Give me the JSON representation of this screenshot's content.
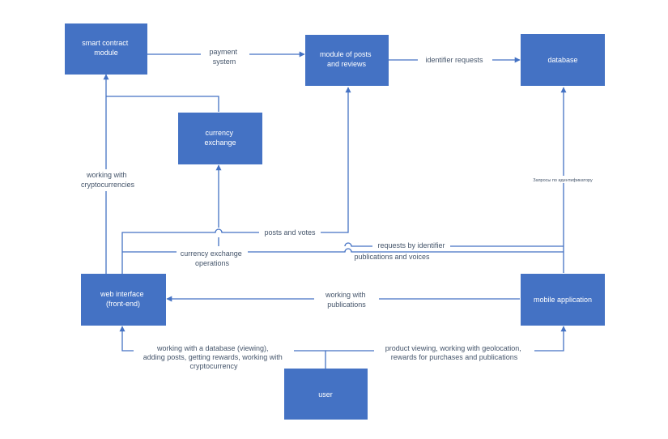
{
  "nodes": {
    "smart_contract": [
      "smart contract",
      "module"
    ],
    "posts_reviews": [
      "module of posts",
      "and reviews"
    ],
    "database": [
      "database"
    ],
    "currency_exchange": [
      "currency",
      "exchange"
    ],
    "web_interface": [
      "web interface",
      "(front-end)"
    ],
    "mobile_app": [
      "mobile application"
    ],
    "user": [
      "user"
    ]
  },
  "edges": {
    "payment_system": [
      "payment",
      "system"
    ],
    "identifier_requests": [
      "identifier requests"
    ],
    "working_crypto": [
      "working with",
      "cryptocurrencies"
    ],
    "zaprosy": [
      "Запросы по идентификатору"
    ],
    "posts_votes": [
      "posts and votes"
    ],
    "requests_by_id": [
      "requests by identifier"
    ],
    "exchange_ops": [
      "currency exchange",
      "operations"
    ],
    "publications_voices": [
      "publications and voices"
    ],
    "working_publications": [
      "working with",
      "publications"
    ],
    "web_user": [
      "working with a database (viewing),",
      "adding posts, getting rewards, working with",
      "cryptocurrency"
    ],
    "mobile_user": [
      "product viewing, working with geolocation,",
      "rewards for purchases and publications"
    ]
  },
  "colors": {
    "node_fill": "#4472c4",
    "edge_stroke": "#4472c4",
    "label_text": "#44546a",
    "node_text": "#ffffff"
  }
}
